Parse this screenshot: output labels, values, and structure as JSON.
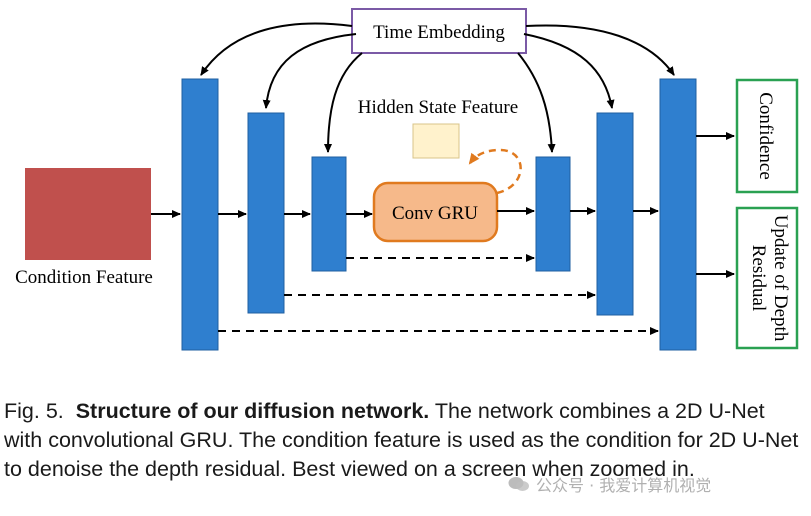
{
  "diagram": {
    "time_embedding": "Time Embedding",
    "hidden_state": "Hidden State Feature",
    "conv_gru": "Conv GRU",
    "condition_feature": "Condition Feature",
    "output_confidence": "Confidence",
    "output_update_line1": "Update of Depth",
    "output_update_line2": "Residual"
  },
  "caption": {
    "fig_label": "Fig. 5.",
    "title": "Structure of our diffusion network.",
    "body": "The network combines a 2D U-Net with convolutional GRU. The condition feature is used as the condition for 2D U-Net to denoise the depth residual. Best viewed on a screen when zoomed in."
  },
  "watermark": {
    "text": "公众号 · 我爱计算机视觉"
  },
  "colors": {
    "block_blue": "#2f7fcf",
    "condition_red": "#c0504d",
    "gru_orange": "#f6b98a",
    "gru_border": "#e07a1f",
    "hidden_yellow": "#fff2cc",
    "output_green": "#2aa152",
    "embed_border": "#7b5aa6"
  }
}
